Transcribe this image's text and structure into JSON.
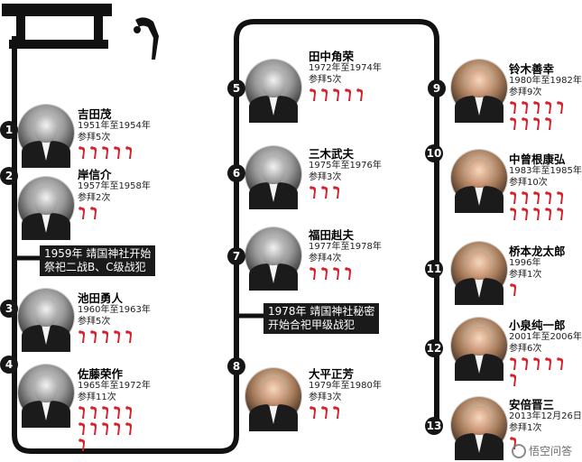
{
  "notes": [
    {
      "line1": "1959年 靖国神社开始",
      "line2": "祭祀二战B、C级战犯"
    },
    {
      "line1": "1978年 靖国神社秘密",
      "line2": "开始合祀甲级战犯"
    }
  ],
  "people": [
    {
      "num": "1",
      "name": "吉田茂",
      "years": "1951年至1954年",
      "visits_label": "参拜5次",
      "visits": 5,
      "photo": "bw"
    },
    {
      "num": "2",
      "name": "岸信介",
      "years": "1957年至1958年",
      "visits_label": "参拜2次",
      "visits": 2,
      "photo": "bw"
    },
    {
      "num": "3",
      "name": "池田勇人",
      "years": "1960年至1963年",
      "visits_label": "参拜5次",
      "visits": 5,
      "photo": "bw"
    },
    {
      "num": "4",
      "name": "佐藤荣作",
      "years": "1965年至1972年",
      "visits_label": "参拜11次",
      "visits": 11,
      "photo": "bw"
    },
    {
      "num": "5",
      "name": "田中角荣",
      "years": "1972年至1974年",
      "visits_label": "参拜5次",
      "visits": 5,
      "photo": "bw"
    },
    {
      "num": "6",
      "name": "三木武夫",
      "years": "1975年至1976年",
      "visits_label": "参拜3次",
      "visits": 3,
      "photo": "bw"
    },
    {
      "num": "7",
      "name": "福田赳夫",
      "years": "1977年至1978年",
      "visits_label": "参拜4次",
      "visits": 4,
      "photo": "bw"
    },
    {
      "num": "8",
      "name": "大平正芳",
      "years": "1979年至1980年",
      "visits_label": "参拜3次",
      "visits": 3,
      "photo": "color"
    },
    {
      "num": "9",
      "name": "铃木善幸",
      "years": "1980年至1982年",
      "visits_label": "参拜9次",
      "visits": 9,
      "photo": "color"
    },
    {
      "num": "10",
      "name": "中曾根康弘",
      "years": "1983年至1985年",
      "visits_label": "参拜10次",
      "visits": 10,
      "photo": "color"
    },
    {
      "num": "11",
      "name": "桥本龙太郎",
      "years": "1996年",
      "visits_label": "参拜1次",
      "visits": 1,
      "photo": "color"
    },
    {
      "num": "12",
      "name": "小泉纯一郎",
      "years": "2001年至2006年",
      "visits_label": "参拜6次",
      "visits": 6,
      "photo": "color"
    },
    {
      "num": "13",
      "name": "安倍晋三",
      "years": "2013年12月26日",
      "visits_label": "参拜1次",
      "visits": 1,
      "photo": "color"
    }
  ],
  "watermark": "悟空问答",
  "colors": {
    "mark": "#d8202a",
    "track": "#111111",
    "badge": "#161616"
  }
}
